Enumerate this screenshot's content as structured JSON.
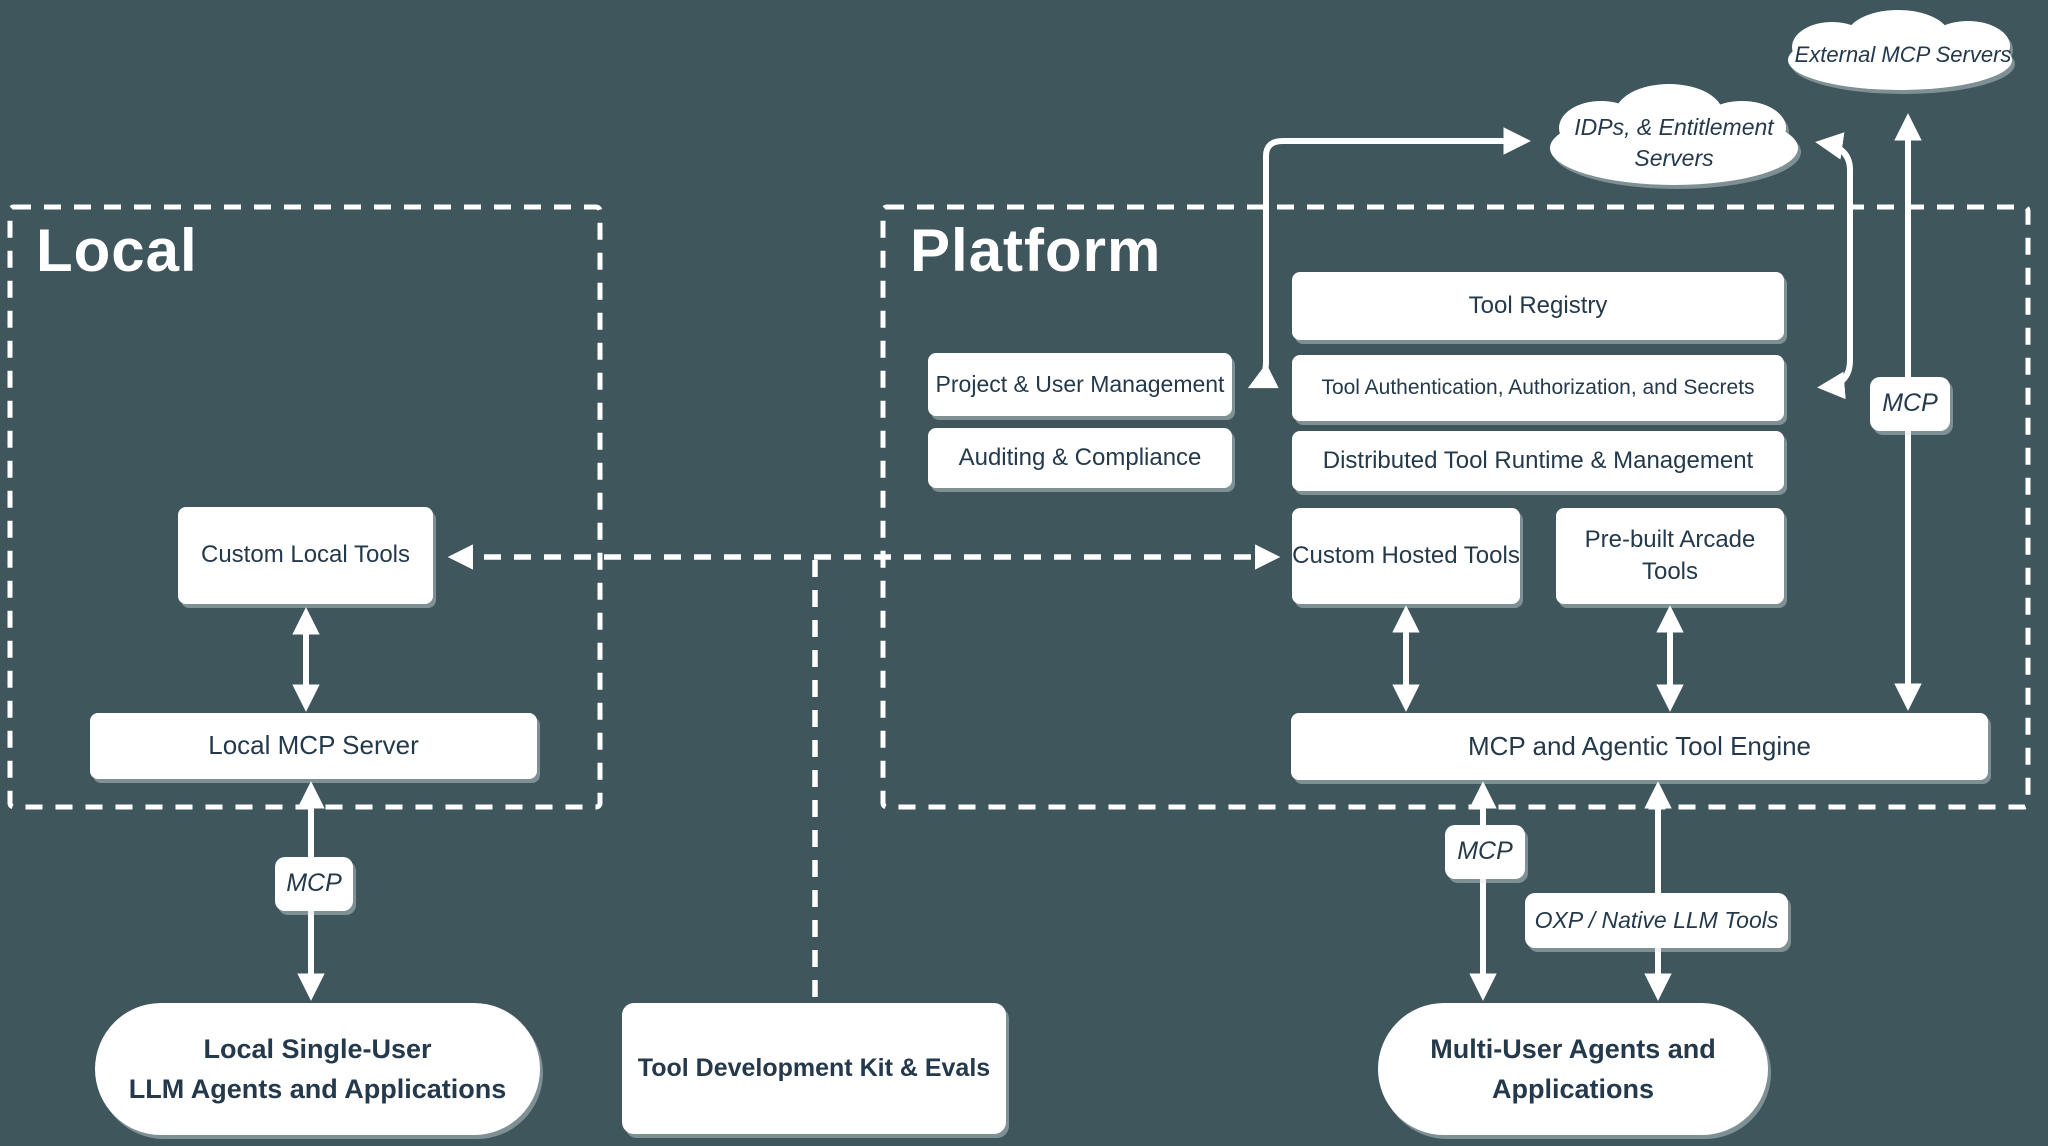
{
  "colors": {
    "background": "#3F565C",
    "node_background": "#FFFFFF",
    "node_text": "#24394B",
    "line_and_border": "#FFFFFF"
  },
  "sections": {
    "local": "Local",
    "platform": "Platform"
  },
  "clouds": {
    "external": "External MCP Servers",
    "idps_line1": "IDPs, & Entitlement",
    "idps_line2": "Servers"
  },
  "nodes": {
    "custom_local_tools": "Custom Local Tools",
    "local_mcp_server": "Local MCP Server",
    "tool_registry": "Tool Registry",
    "tool_auth": "Tool Authentication, Authorization, and Secrets",
    "distributed_runtime": "Distributed Tool Runtime & Management",
    "project_user_mgmt": "Project & User Management",
    "auditing_compliance": "Auditing & Compliance",
    "custom_hosted_tools": "Custom Hosted Tools",
    "prebuilt_arcade_tools": "Pre-built Arcade Tools",
    "engine": "MCP and Agentic Tool Engine",
    "tdk": "Tool Development Kit & Evals",
    "local_agents_line1": "Local Single-User",
    "local_agents_line2": "LLM Agents and Applications",
    "multi_agents_line1": "Multi-User Agents and",
    "multi_agents_line2": "Applications"
  },
  "edge_labels": {
    "mcp_local": "MCP",
    "mcp_platform": "MCP",
    "mcp_external": "MCP",
    "oxp": "OXP / Native LLM Tools"
  }
}
